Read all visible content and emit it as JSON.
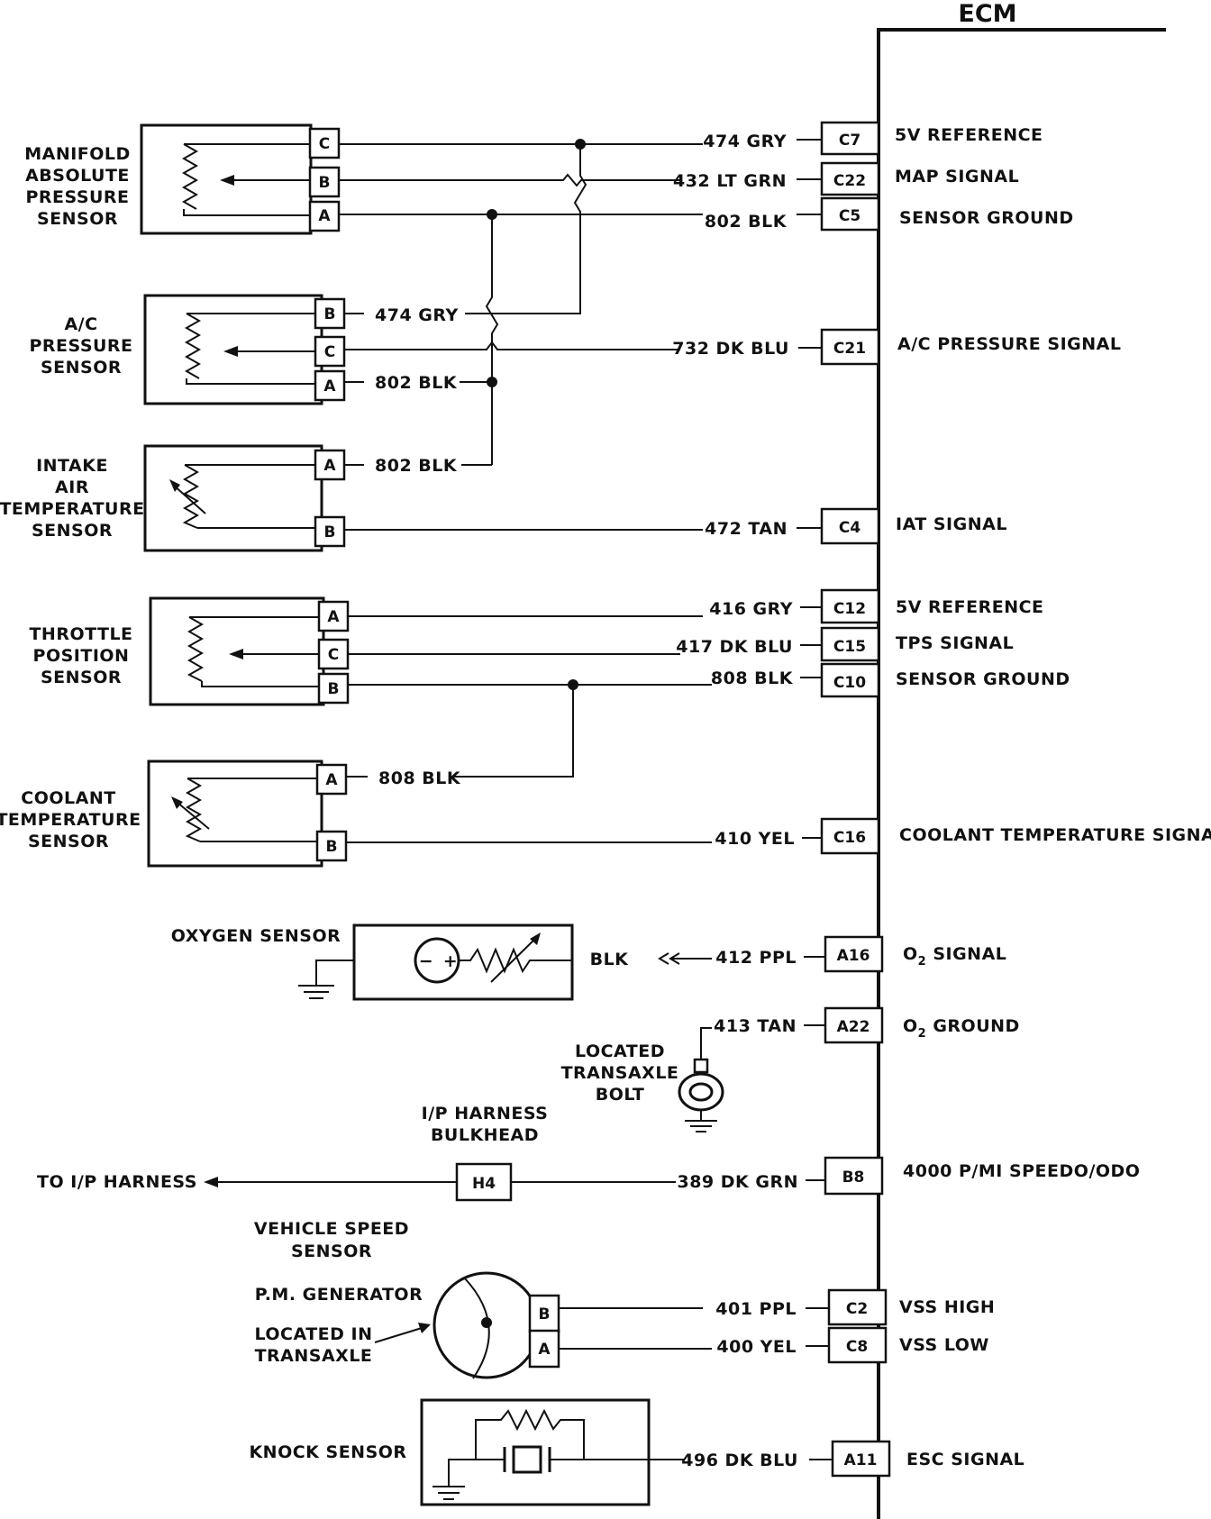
{
  "ecm": {
    "title": "ECM",
    "pins": [
      {
        "id": "C7",
        "wire": "474 GRY",
        "signal": "5V REFERENCE"
      },
      {
        "id": "C22",
        "wire": "432 LT GRN",
        "signal": "MAP SIGNAL"
      },
      {
        "id": "C5",
        "wire": "802 BLK",
        "signal": "SENSOR GROUND"
      },
      {
        "id": "C21",
        "wire": "732 DK BLU",
        "signal": "A/C PRESSURE SIGNAL"
      },
      {
        "id": "C4",
        "wire": "472 TAN",
        "signal": "IAT SIGNAL"
      },
      {
        "id": "C12",
        "wire": "416 GRY",
        "signal": "5V REFERENCE"
      },
      {
        "id": "C15",
        "wire": "417 DK BLU",
        "signal": "TPS SIGNAL"
      },
      {
        "id": "C10",
        "wire": "808 BLK",
        "signal": "SENSOR GROUND"
      },
      {
        "id": "C16",
        "wire": "410 YEL",
        "signal": "COOLANT TEMPERATURE SIGNAL"
      },
      {
        "id": "A16",
        "wire": "412 PPL",
        "signal": "O",
        "signal_sub": "2",
        "signal_rest": " SIGNAL"
      },
      {
        "id": "A22",
        "wire": "413 TAN",
        "signal": "O",
        "signal_sub": "2",
        "signal_rest": " GROUND"
      },
      {
        "id": "B8",
        "wire": "389 DK GRN",
        "signal": "4000 P/MI SPEEDO/ODO"
      },
      {
        "id": "C2",
        "wire": "401 PPL",
        "signal": "VSS HIGH"
      },
      {
        "id": "C8",
        "wire": "400 YEL",
        "signal": "VSS LOW"
      },
      {
        "id": "A11",
        "wire": "496 DK BLU",
        "signal": "ESC SIGNAL"
      }
    ]
  },
  "sensors": {
    "map": {
      "lines": [
        "MANIFOLD",
        "ABSOLUTE",
        "PRESSURE",
        "SENSOR"
      ],
      "pins": [
        "C",
        "B",
        "A"
      ]
    },
    "ac": {
      "lines": [
        "A/C",
        "PRESSURE",
        "SENSOR"
      ],
      "pins": [
        "B",
        "C",
        "A"
      ],
      "wire_b": "474 GRY",
      "wire_a": "802 BLK"
    },
    "iat": {
      "lines": [
        "INTAKE",
        "AIR",
        "TEMPERATURE",
        "SENSOR"
      ],
      "pins": [
        "A",
        "B"
      ],
      "wire_a": "802 BLK"
    },
    "tps": {
      "lines": [
        "THROTTLE",
        "POSITION",
        "SENSOR"
      ],
      "pins": [
        "A",
        "C",
        "B"
      ]
    },
    "cts": {
      "lines": [
        "COOLANT",
        "TEMPERATURE",
        "SENSOR"
      ],
      "pins": [
        "A",
        "B"
      ],
      "wire_a": "808 BLK"
    },
    "o2": {
      "label": "OXYGEN SENSOR",
      "wire": "BLK"
    },
    "ground": {
      "lines": [
        "LOCATED",
        "TRANSAXLE",
        "BOLT"
      ]
    },
    "bulkhead": {
      "lines": [
        "I/P HARNESS",
        "BULKHEAD"
      ],
      "pin": "H4",
      "to": "TO I/P HARNESS"
    },
    "vss": {
      "lines": [
        "VEHICLE  SPEED",
        "SENSOR"
      ],
      "gen": "P.M. GENERATOR",
      "loc": [
        "LOCATED IN",
        "TRANSAXLE"
      ],
      "pins": [
        "B",
        "A"
      ]
    },
    "knock": {
      "label": "KNOCK SENSOR"
    }
  }
}
